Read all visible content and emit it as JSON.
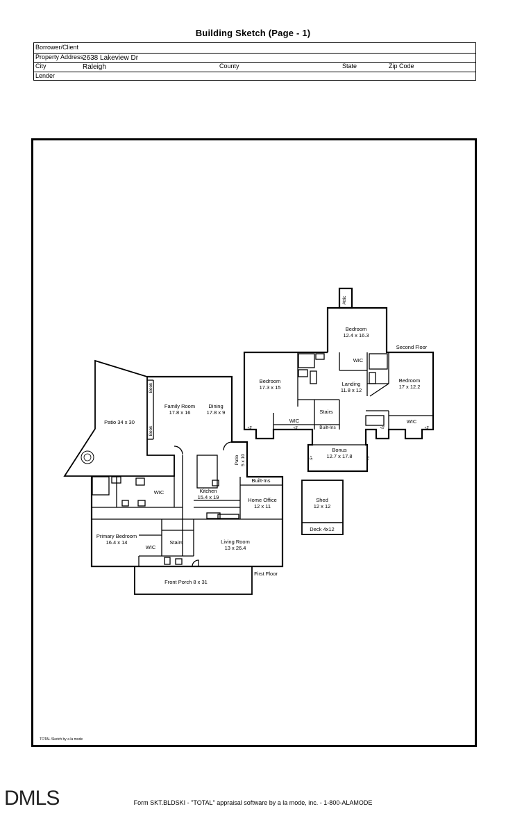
{
  "page": {
    "title": "Building Sketch (Page - 1)"
  },
  "header": {
    "borrower_label": "Borrower/Client",
    "borrower_value": "",
    "property_address_label": "Property Address",
    "property_address_value": "2638 Lakeview Dr",
    "city_label": "City",
    "city_value": "Raleigh",
    "county_label": "County",
    "state_label": "State",
    "zip_label": "Zip Code",
    "lender_label": "Lender"
  },
  "rooms": {
    "attic": "Attic",
    "bedroom_top_name": "Bedroom",
    "bedroom_top_dims": "12.4 x 16.3",
    "second_floor": "Second Floor",
    "bedroom_left_name": "Bedroom",
    "bedroom_left_dims": "17.3 x 15",
    "wic_upper_center": "WIC",
    "landing_name": "Landing",
    "landing_dims": "11.8 x 12",
    "bedroom_right_name": "Bedroom",
    "bedroom_right_dims": "17 x 12.2",
    "stairs_upper": "Stairs",
    "wic_upper_left": "WIC",
    "builtins_upper": "Built-Ins",
    "wic_upper_right": "WIC",
    "lt5_1": "<5'",
    "lt5_2": "<5'",
    "lt5_3": "<5'",
    "lt5_4": "<5'",
    "lt5_5": "<5'",
    "lt5_6": "<5'",
    "bonus_name": "Bonus",
    "bonus_dims": "12.7 x 17.8",
    "book_1": "Book",
    "book_2": "Book",
    "family_room_name": "Family Room",
    "family_room_dims": "17.8 x 16",
    "dining_name": "Dining",
    "dining_dims": "17.8 x 9",
    "patio_large": "Patio 34 x 30",
    "patio_small_name": "Patio",
    "patio_small_dims": "5 x 10",
    "builtins_lower": "Built-Ins",
    "shed_name": "Shed",
    "shed_dims": "12 x 12",
    "deck": "Deck 4x12",
    "wic_primary": "WIC",
    "kitchen_name": "Kitchen",
    "kitchen_dims": "15.4 x 19",
    "home_office_name": "Home Office",
    "home_office_dims": "12 x 11",
    "primary_bedroom_name": "Primary Bedroom",
    "primary_bedroom_dims": "16.4 x 14",
    "stairs_lower": "Stairs",
    "wic_lower": "WIC",
    "living_room_name": "Living Room",
    "living_room_dims": "13 x 26.4",
    "first_floor": "First Floor",
    "front_porch": "Front Porch 8 x 31"
  },
  "sketch_credit": "TOTAL Sketch by a la mode",
  "footer": {
    "form_text": "Form SKT.BLDSKI - \"TOTAL\" appraisal software by a la mode, inc. - 1-800-ALAMODE",
    "logo_text": "DMLS"
  }
}
